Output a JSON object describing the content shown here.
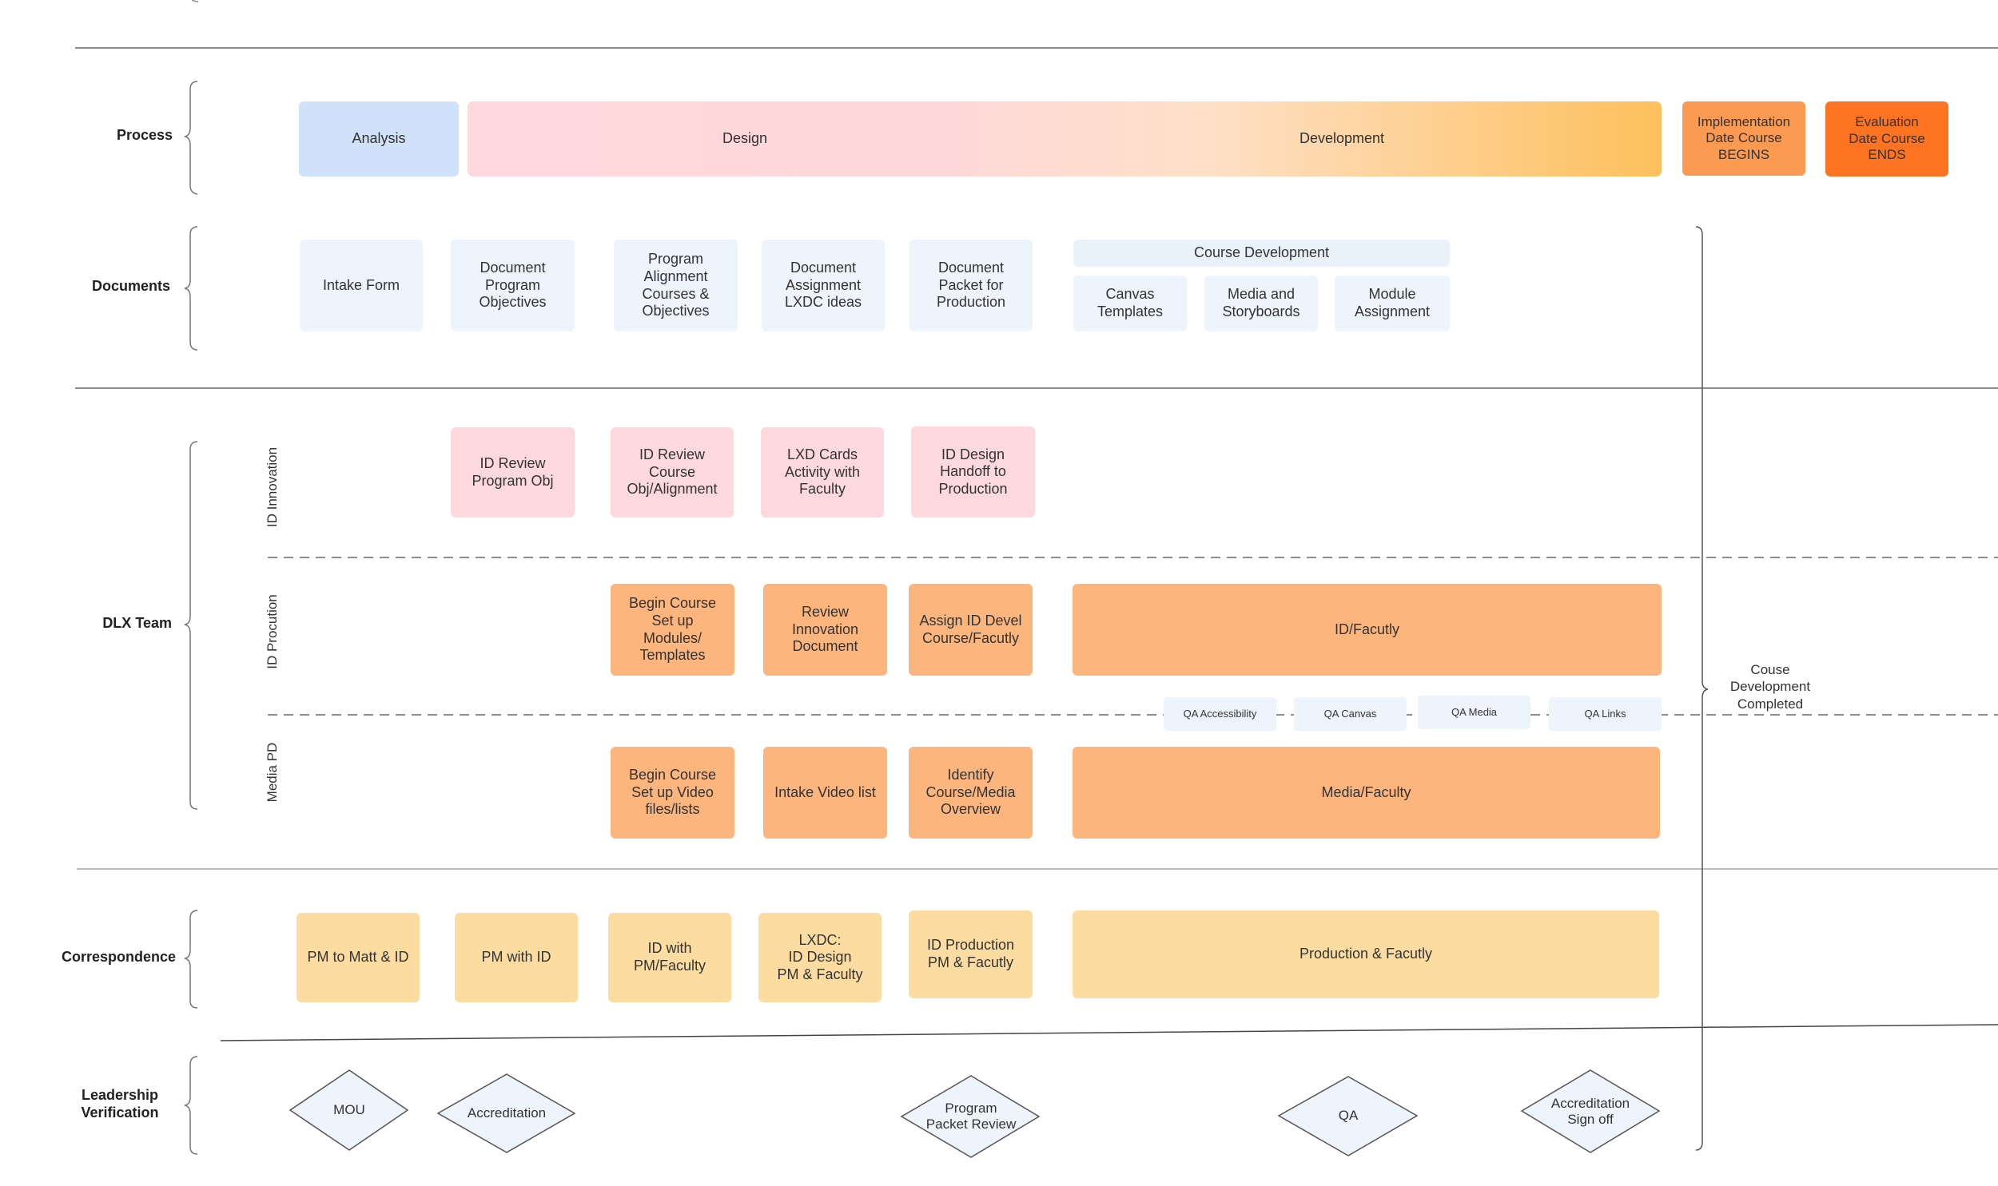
{
  "lanes": {
    "process": "Process",
    "documents": "Documents",
    "dlx_team": "DLX Team",
    "correspondence": "Correspondence",
    "leadership": "Leadership\nVerification"
  },
  "sublanes": {
    "id_innovation": "ID Innovation",
    "id_production": "ID Procution",
    "media_pd": "Media PD"
  },
  "process": {
    "analysis": "Analysis",
    "design": "Design",
    "development": "Development",
    "implementation": "Implementation\nDate Course\nBEGINS",
    "evaluation": "Evaluation\nDate Course\nENDS"
  },
  "documents": {
    "intake_form": "Intake Form",
    "program_objectives": "Document\nProgram\nObjectives",
    "program_alignment": "Program\nAlignment\nCourses &\nObjectives",
    "assignment_lxdc": "Document\nAssignment\nLXDC ideas",
    "packet_production": "Document\nPacket for\nProduction",
    "course_development": "Course Development",
    "canvas_templates": "Canvas\nTemplates",
    "media_storyboards": "Media and\nStoryboards",
    "module_assignment": "Module\nAssignment"
  },
  "id_innovation": {
    "review_program_obj": "ID Review\nProgram Obj",
    "review_course_obj": "ID Review\nCourse\nObj/Alignment",
    "lxd_cards": "LXD Cards\nActivity with\nFaculty",
    "design_handoff": "ID Design\nHandoff to\nProduction"
  },
  "id_production": {
    "begin_course_setup": "Begin Course\nSet up\nModules/\nTemplates",
    "review_innovation": "Review\nInnovation\nDocument",
    "assign_id_devel": "Assign ID Devel\nCourse/Facutly",
    "id_faculty": "ID/Facutly"
  },
  "qa": {
    "accessibility": "QA Accessibility",
    "canvas": "QA Canvas",
    "media": "QA Media",
    "links": "QA Links"
  },
  "media_pd": {
    "begin_video": "Begin Course\nSet up Video\nfiles/lists",
    "intake_video": "Intake Video list",
    "identify_media": "Identify\nCourse/Media\nOverview",
    "media_faculty": "Media/Faculty"
  },
  "correspondence": {
    "pm_matt_id": "PM to Matt & ID",
    "pm_with_id": "PM with ID",
    "id_pm_faculty": "ID with\nPM/Faculty",
    "lxdc": "LXDC:\nID Design\nPM & Faculty",
    "id_production": "ID Production\nPM & Facutly",
    "production_faculty": "Production & Facutly"
  },
  "leadership": {
    "mou": "MOU",
    "accreditation": "Accreditation",
    "program_packet": "Program\nPacket Review",
    "qa": "QA",
    "accreditation_signoff": "Accreditation\nSign off"
  },
  "completion_note": "Couse\nDevelopment\nCompleted",
  "colors": {
    "analysis": "#cfe2fa",
    "design_start": "#fed8dc",
    "development_end": "#fdc05c",
    "implementation": "#fc9a51",
    "evaluation": "#fd7321",
    "pink": "#fdd9dd",
    "orange": "#fdb57e",
    "yellow": "#fddca2",
    "light_blue": "#eef4fb"
  }
}
